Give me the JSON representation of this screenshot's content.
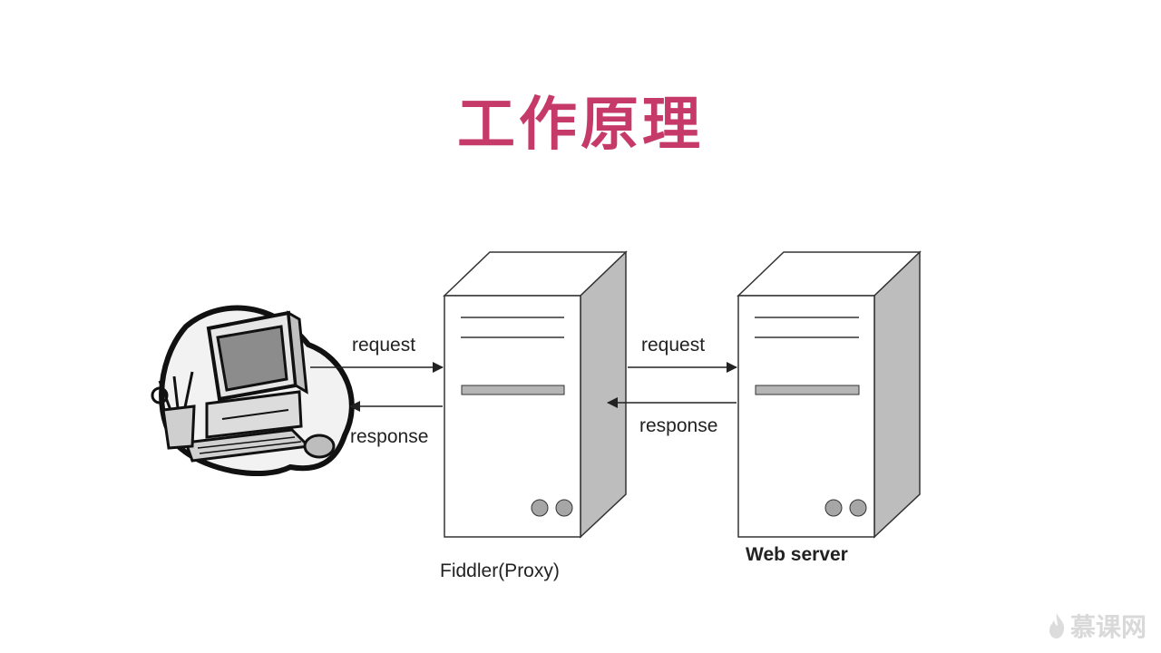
{
  "title": "工作原理",
  "labels": {
    "request_1": "request",
    "response_1": "response",
    "request_2": "request",
    "response_2": "response",
    "proxy": "Fiddler(Proxy)",
    "server": "Web server"
  },
  "watermark": {
    "text": "慕课网",
    "icon": "flame-icon"
  },
  "colors": {
    "title": "#c63a6a",
    "server_face": "#ffffff",
    "server_side": "#bdbdbd",
    "stroke": "#333333"
  }
}
